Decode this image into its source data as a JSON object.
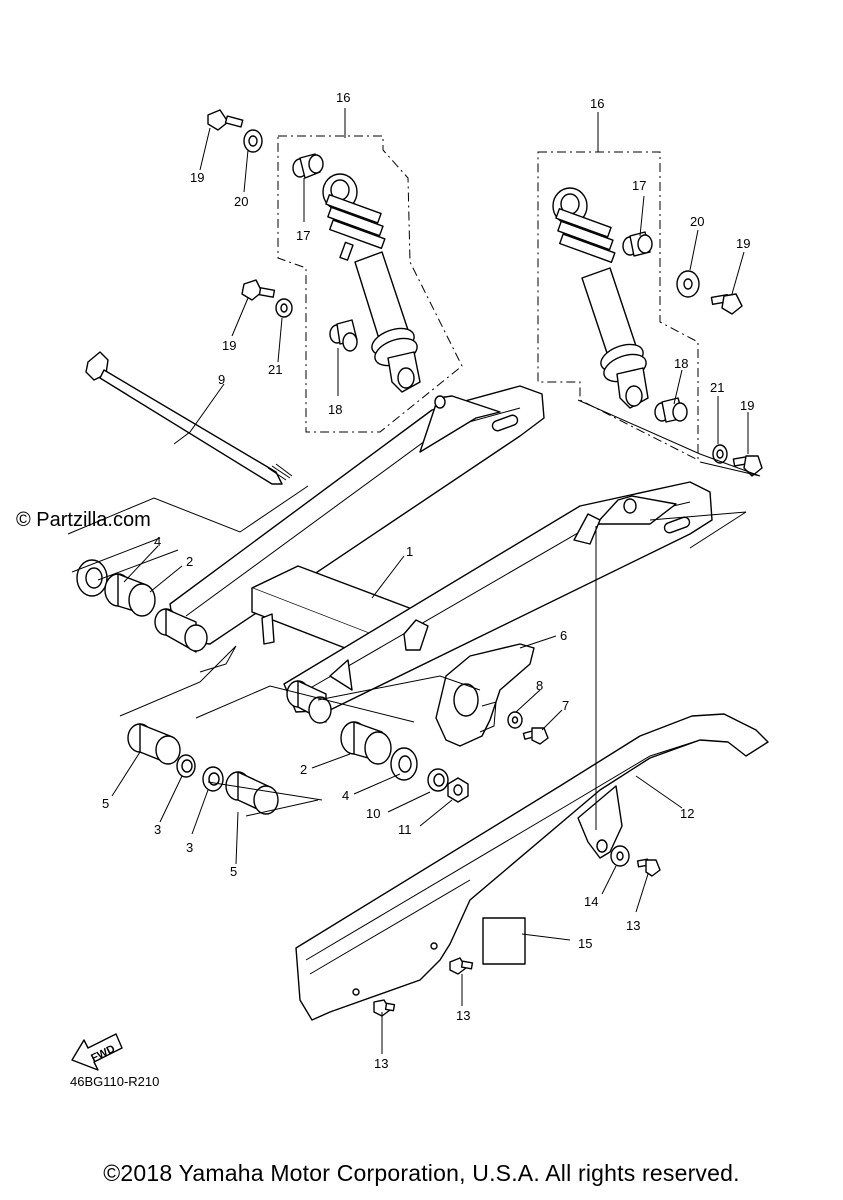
{
  "watermark": "© Partzilla.com",
  "figure_code": "46BG110-R210",
  "fwd_label": "FWD",
  "copyright": "©2018 Yamaha Motor Corporation, U.S.A. All rights reserved.",
  "callouts": {
    "c1": "1",
    "c2a": "2",
    "c2b": "2",
    "c3a": "3",
    "c3b": "3",
    "c4a": "4",
    "c4b": "4",
    "c5a": "5",
    "c5b": "5",
    "c6": "6",
    "c7": "7",
    "c8": "8",
    "c9": "9",
    "c10": "10",
    "c11": "11",
    "c12": "12",
    "c13a": "13",
    "c13b": "13",
    "c13c": "13",
    "c14": "14",
    "c15": "15",
    "c16a": "16",
    "c16b": "16",
    "c17a": "17",
    "c17b": "17",
    "c18a": "18",
    "c18b": "18",
    "c19a": "19",
    "c19b": "19",
    "c19c": "19",
    "c19d": "19",
    "c20a": "20",
    "c20b": "20",
    "c21a": "21",
    "c21b": "21"
  }
}
